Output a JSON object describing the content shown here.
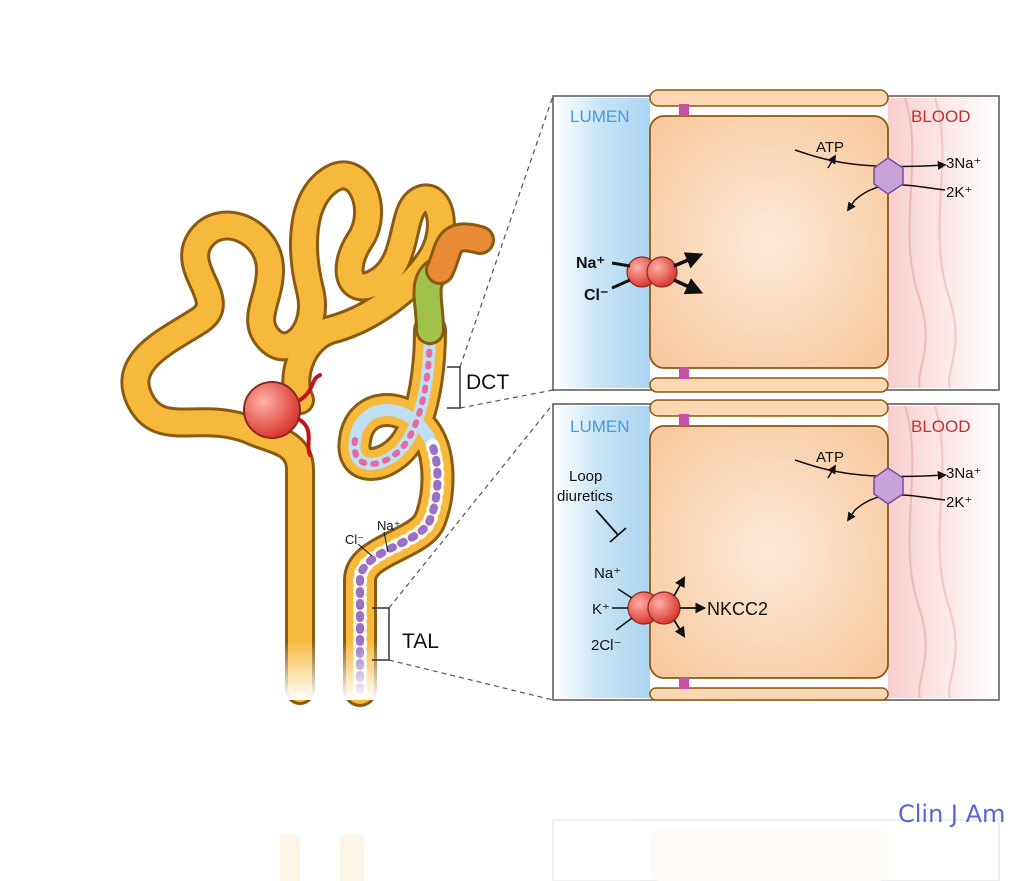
{
  "nephron": {
    "labels": {
      "dct": "DCT",
      "tal": "TAL",
      "cl": "Cl⁻",
      "na": "Na⁺"
    }
  },
  "panels": {
    "dct": {
      "lumen": "LUMEN",
      "blood": "BLOOD",
      "atp": "ATP",
      "pump_out": "3Na⁺",
      "pump_in": "2K⁺",
      "apical_na": "Na⁺",
      "apical_cl": "Cl⁻"
    },
    "tal": {
      "lumen": "LUMEN",
      "blood": "BLOOD",
      "atp": "ATP",
      "pump_out": "3Na⁺",
      "pump_in": "2K⁺",
      "drug_line1": "Loop",
      "drug_line2": "diuretics",
      "apical_na": "Na⁺",
      "apical_k": "K⁺",
      "apical_cl": "2Cl⁻",
      "transporter": "NKCC2"
    }
  },
  "citation": "Clin J Am",
  "colors": {
    "tubule": "#f6b93b",
    "tubule_outline": "#8a5a10",
    "glomerulus": "#e8443a",
    "dct_green": "#9fc34a",
    "cd_orange": "#e98a35",
    "lumen_blue": "#bfe0f4",
    "blood_red": "#f7c8c8",
    "cell_fill": "#fbd7b4",
    "label_blue": "#4a9ad4",
    "label_red": "#c03030",
    "pump": "#c8a2d8"
  }
}
